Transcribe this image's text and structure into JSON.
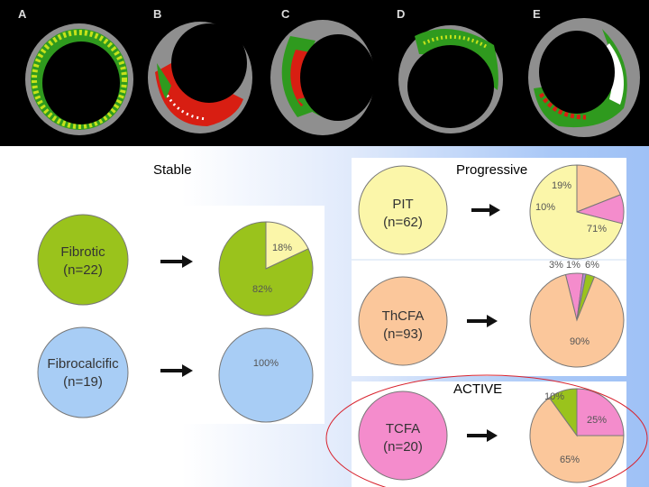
{
  "panels": [
    "A",
    "B",
    "C",
    "D",
    "E"
  ],
  "titles": {
    "stable": "Stable",
    "progressive": "Progressive",
    "active": "ACTIVE"
  },
  "colors": {
    "fibrotic": "#9ac31c",
    "fibrocalcific": "#a8cdf5",
    "pit": "#fbf6a9",
    "thcfa": "#fbc79b",
    "tcfa": "#f48ccc",
    "necrotic_red": "#d81e12",
    "calcium_white": "#ffffff",
    "lumen": "#000000",
    "media_grey": "#8f8f8f"
  },
  "rows": {
    "fibrotic": {
      "name": "Fibrotic",
      "count": "(n=22)"
    },
    "fibrocalcific": {
      "name": "Fibrocalcific",
      "count": "(n=19)"
    },
    "pit": {
      "name": "PIT",
      "count": "(n=62)"
    },
    "thcfa": {
      "name": "ThCFA",
      "count": "(n=93)"
    },
    "tcfa": {
      "name": "TCFA",
      "count": "(n=20)"
    }
  },
  "chart_data": [
    {
      "type": "pie",
      "from": "Fibrotic",
      "values": [
        82,
        18
      ],
      "labels": [
        "82%",
        "18%"
      ],
      "colors": [
        "#9ac31c",
        "#fbf6a9"
      ]
    },
    {
      "type": "pie",
      "from": "Fibrocalcific",
      "values": [
        100
      ],
      "labels": [
        "100%"
      ],
      "colors": [
        "#a8cdf5"
      ]
    },
    {
      "type": "pie",
      "from": "PIT",
      "values": [
        71,
        19,
        10
      ],
      "labels": [
        "71%",
        "19%",
        "10%"
      ],
      "colors": [
        "#fbf6a9",
        "#fbc79b",
        "#f48ccc"
      ]
    },
    {
      "type": "pie",
      "from": "ThCFA",
      "values": [
        90,
        3,
        1,
        6
      ],
      "labels": [
        "90%",
        "3%",
        "1%",
        "6%"
      ],
      "colors": [
        "#fbc79b",
        "#9ac31c",
        "#b58ad6",
        "#f48ccc"
      ]
    },
    {
      "type": "pie",
      "from": "TCFA",
      "values": [
        65,
        10,
        25
      ],
      "labels": [
        "65%",
        "10%",
        "25%"
      ],
      "colors": [
        "#fbc79b",
        "#9ac31c",
        "#f48ccc"
      ]
    }
  ]
}
